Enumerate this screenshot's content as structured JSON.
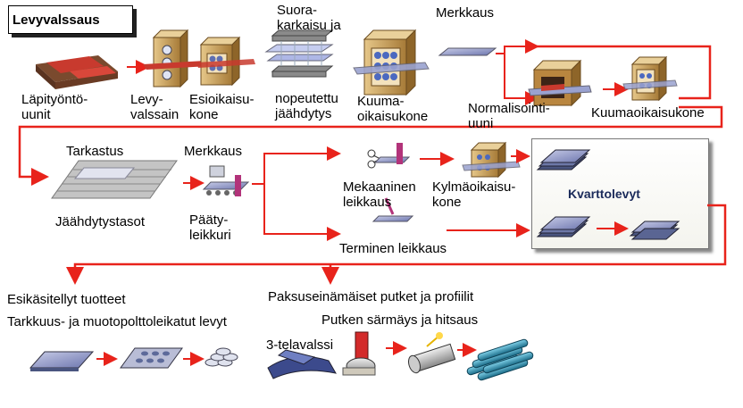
{
  "title": "Levyvalssaus",
  "labels": {
    "lapityonto": "Läpityöntö-\nuunit",
    "levyvalssain": "Levy-\nvalssain",
    "esioikaisu": "Esioikaisu-\nkone",
    "suorakarkaisu": "Suora-\nkarkaisu ja",
    "nopeutettu": "nopeutettu\njäähdytys",
    "kuumaoikaisu1": "Kuuma-\noikaisukone",
    "merkkaus1": "Merkkaus",
    "normalisointi": "Normalisointi-\nuuni",
    "kuumaoikaisu2": "Kuumaoikaisukone",
    "tarkastus": "Tarkastus",
    "jaahdytystasot": "Jäähdytystasot",
    "merkkaus2": "Merkkaus",
    "paatyleikkuri": "Pääty-\nleikkuri",
    "mekaaninen": "Mekaaninen\nleikkaus",
    "kylmaoikaisu": "Kylmäoikaisu-\nkone",
    "terminen": "Terminen leikkaus",
    "kvarttolevyt": "Kvarttolevyt",
    "esikasitellyt": "Esikäsitellyt tuotteet",
    "tarkkuus": "Tarkkuus- ja muotopolttoleikatut levyt",
    "paksuseinamaiset": "Paksuseinämäiset putket ja profiilit",
    "putken": "Putken särmäys ja hitsaus",
    "telavalssi": "3-telavalssi"
  },
  "colors": {
    "arrow": "#e8231b",
    "plate": "#8a93c4",
    "furnace": "#c9a564",
    "slab": "#c83a2e",
    "pipe": "#2b8fb0"
  }
}
